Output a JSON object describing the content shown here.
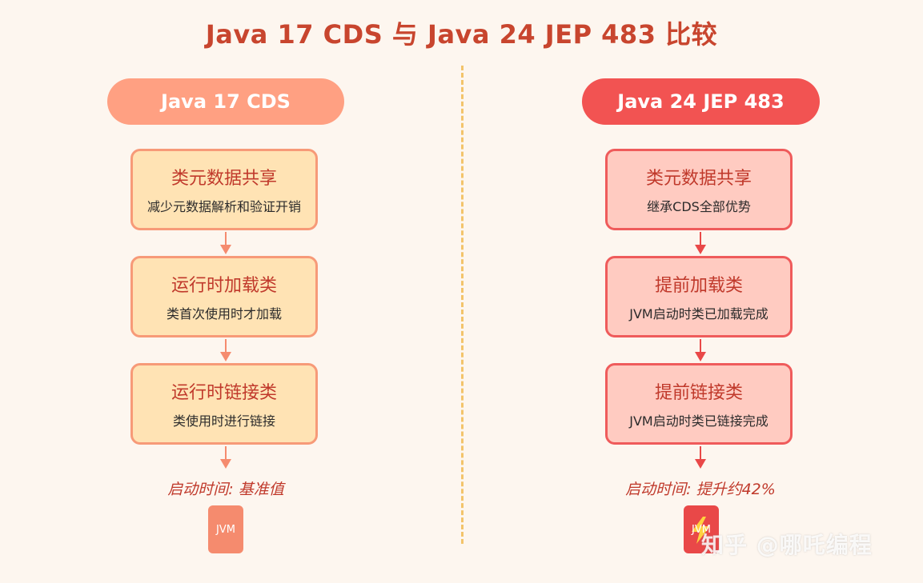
{
  "title": "Java 17 CDS 与 Java 24 JEP 483 比较",
  "left": {
    "header": "Java 17 CDS",
    "steps": [
      {
        "title": "类元数据共享",
        "desc": "减少元数据解析和验证开销"
      },
      {
        "title": "运行时加载类",
        "desc": "类首次使用时才加载"
      },
      {
        "title": "运行时链接类",
        "desc": "类使用时进行链接"
      }
    ],
    "startup": "启动时间: 基准值",
    "icon_label": "JVM",
    "icon": "jvm-icon"
  },
  "right": {
    "header": "Java 24 JEP 483",
    "steps": [
      {
        "title": "类元数据共享",
        "desc": "继承CDS全部优势"
      },
      {
        "title": "提前加载类",
        "desc": "JVM启动时类已加载完成"
      },
      {
        "title": "提前链接类",
        "desc": "JVM启动时类已链接完成"
      }
    ],
    "startup": "启动时间: 提升约42%",
    "icon_label": "JVM",
    "icon": "jvm-lightning-icon"
  },
  "watermark": "知乎 @哪吒编程",
  "colors": {
    "title": "#c8452e",
    "left_accent": "#ffa082",
    "right_accent": "#f25352",
    "divider": "#f3c46b"
  }
}
